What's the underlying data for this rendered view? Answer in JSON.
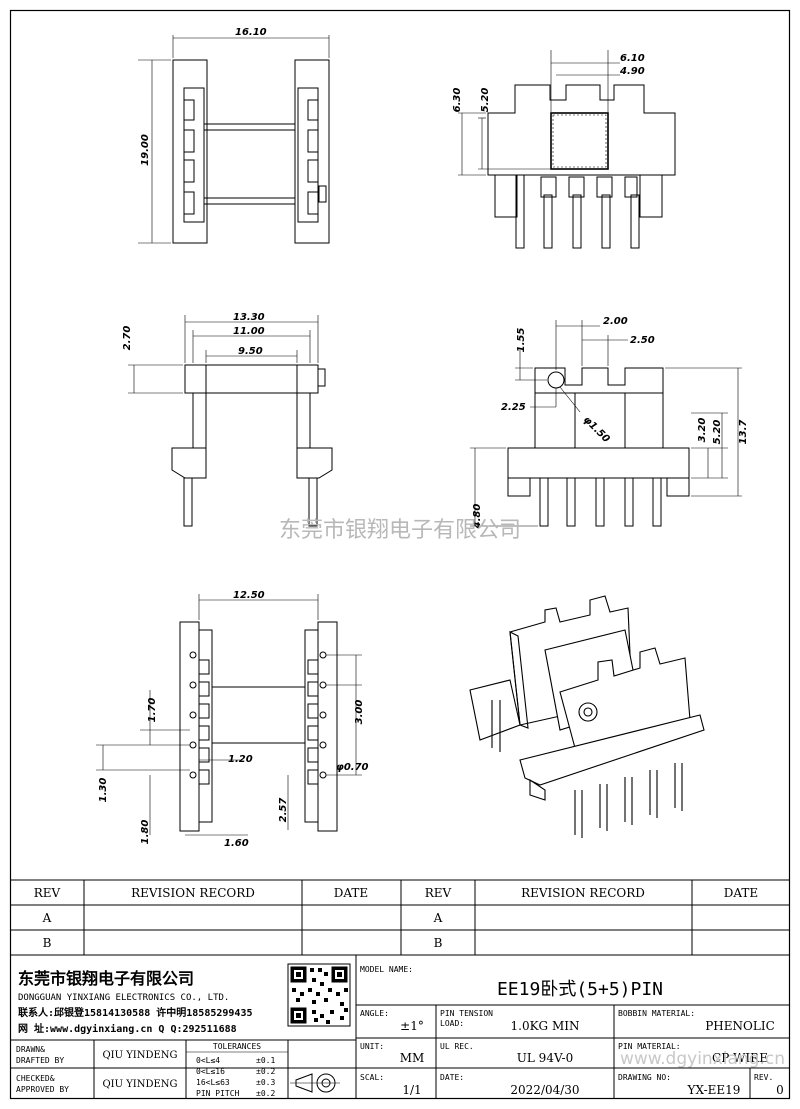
{
  "dims": {
    "top_left_width": "16.10",
    "top_left_height": "19.00",
    "top_right_w1": "6.10",
    "top_right_w2": "4.90",
    "top_right_h1": "6.30",
    "top_right_h2": "5.20",
    "mid_left_w1": "13.30",
    "mid_left_w2": "11.00",
    "mid_left_w3": "9.50",
    "mid_left_h": "2.70",
    "mid_right_a": "2.00",
    "mid_right_b": "2.50",
    "mid_right_c": "1.55",
    "mid_right_d": "2.25",
    "mid_right_hole": "φ1.50",
    "mid_right_e": "3.20",
    "mid_right_f": "5.20",
    "mid_right_g": "13.7",
    "mid_right_h": "4.80",
    "bot_w": "12.50",
    "bot_a": "1.70",
    "bot_b": "3.00",
    "bot_c": "1.20",
    "bot_d": "φ0.70",
    "bot_e": "1.30",
    "bot_f": "2.57",
    "bot_g": "1.80",
    "bot_h": "1.60"
  },
  "watermark": {
    "center": "东莞市银翔电子有限公司",
    "corner": "www.dgyinxiang.cn"
  },
  "revision": {
    "rev_header": "REV",
    "record_header": "REVISION RECORD",
    "date_header": "DATE",
    "rows": [
      "A",
      "B"
    ]
  },
  "company": {
    "name_cn": "东莞市银翔电子有限公司",
    "name_en": "DONGGUAN YINXIANG ELECTRONICS CO., LTD.",
    "contact": "联系人:邱银登15814130588 许中明18585299435",
    "web": "网  址:www.dgyinxiang.cn  Q Q:292511688"
  },
  "title_block": {
    "drawn_label": "DRAWN&\nDRAFTED BY",
    "drawn_label_1": "DRAWN&",
    "drawn_label_2": "DRAFTED BY",
    "drawn_name": "QIU YINDENG",
    "checked_label_1": "CHECKED&",
    "checked_label_2": "APPROVED BY",
    "checked_name": "QIU YINDENG",
    "tolerances_label": "TOLERANCES",
    "tol_rows": [
      [
        "0<L≤4",
        "±0.1"
      ],
      [
        "0<L≤16",
        "±0.2"
      ],
      [
        "16<L≤63",
        "±0.3"
      ],
      [
        "PIN PITCH",
        "±0.2"
      ]
    ],
    "model_label": "MODEL NAME:",
    "model_value": "EE19卧式(5+5)PIN",
    "angle_label": "ANGLE:",
    "angle_value": "±1°",
    "pin_tension_label_1": "PIN TENSION",
    "pin_tension_label_2": "LOAD:",
    "pin_tension_value": "1.0KG MIN",
    "bobbin_label": "BOBBIN MATERIAL:",
    "bobbin_value": "PHENOLIC",
    "unit_label": "UNIT:",
    "unit_value": "MM",
    "ul_label": "UL REC.",
    "ul_value": "UL 94V-0",
    "pin_material_label": "PIN MATERIAL:",
    "pin_material_value": "CP WIRE",
    "scale_label": "SCAL:",
    "scale_value": "1/1",
    "date_label": "DATE:",
    "date_value": "2022/04/30",
    "drawing_label": "DRAWING NO:",
    "drawing_value": "YX-EE19",
    "rev_label": "REV.",
    "rev_value": "0"
  }
}
